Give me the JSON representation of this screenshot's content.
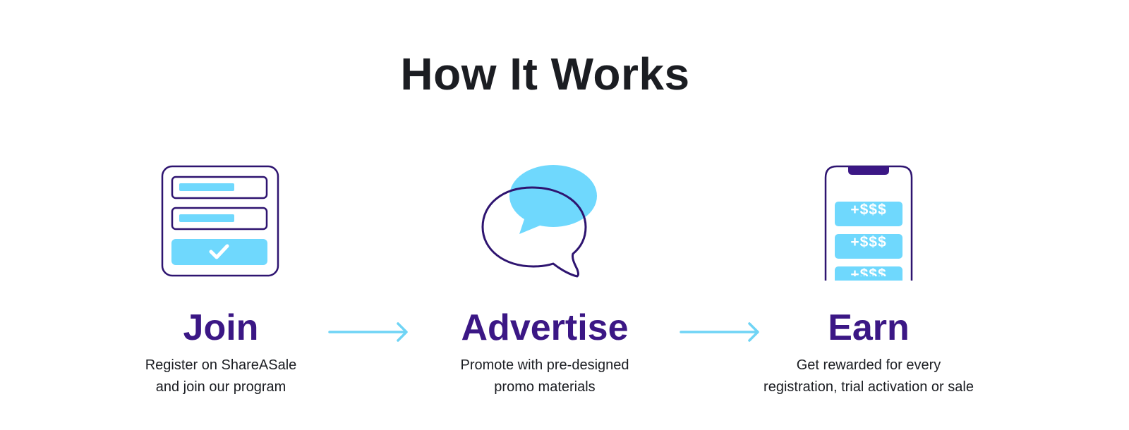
{
  "page": {
    "title": "How It Works"
  },
  "colors": {
    "heading": "#1b1d22",
    "accent_purple": "#3b1785",
    "accent_blue": "#6fd8fd",
    "arrow": "#6fd4f5"
  },
  "steps": [
    {
      "title": "Join",
      "icon": "registration-form-icon",
      "description_lines": [
        "Register on ShareASale",
        "and join our program"
      ]
    },
    {
      "title": "Advertise",
      "icon": "chat-bubbles-icon",
      "description_lines": [
        "Promote with pre-designed",
        "promo materials"
      ]
    },
    {
      "title": "Earn",
      "icon": "phone-earnings-icon",
      "description_lines": [
        "Get rewarded for every",
        "registration, trial activation or sale"
      ],
      "phone_rows": [
        "+$$$",
        "+$$$",
        "+$$$"
      ]
    }
  ],
  "arrows": [
    "arrow-right-icon",
    "arrow-right-icon"
  ]
}
